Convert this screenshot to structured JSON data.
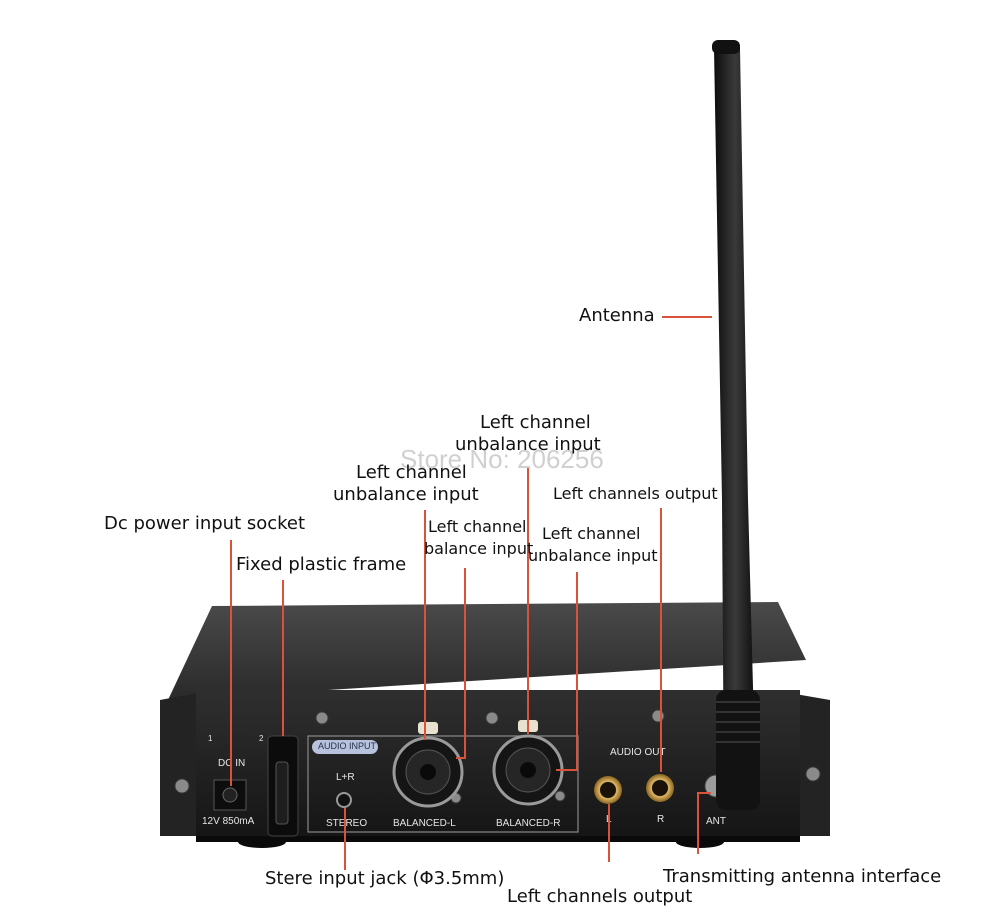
{
  "watermark": "Store No: 206256",
  "callouts": {
    "antenna": "Antenna",
    "left_unbalance_top_1": "Left channel",
    "left_unbalance_top_2": "unbalance input",
    "left_unbalance_mid_1": "Left channel",
    "left_unbalance_mid_2": "unbalance input",
    "left_channels_output_top": "Left channels output",
    "dc_power": "Dc power input socket",
    "left_balance_1": "Left channel",
    "left_balance_2": "balance input",
    "left_unbalance_right_1": "Left channel",
    "left_unbalance_right_2": "unbalance input",
    "fixed_frame": "Fixed plastic frame",
    "stereo_jack": "Stere input jack (Φ3.5mm)",
    "left_channels_output_bottom": "Left channels output",
    "antenna_interface": "Transmitting antenna interface"
  },
  "panel_labels": {
    "audio_input": "AUDIO INPUT",
    "l_plus_r": "L+R",
    "stereo": "STEREO",
    "balanced_l": "BALANCED-L",
    "balanced_r": "BALANCED-R",
    "audio_out": "AUDIO OUT",
    "l": "L",
    "r": "R",
    "dc_in": "DC IN",
    "power_spec": "12V 850mA",
    "ant": "ANT",
    "mark_1": "1",
    "mark_2": "2"
  },
  "colors": {
    "leader": "#d9533a",
    "device_body": "#2b2b2b",
    "device_panel": "#1c1c1c",
    "antenna": "#141414",
    "gold": "#c49a4a"
  }
}
